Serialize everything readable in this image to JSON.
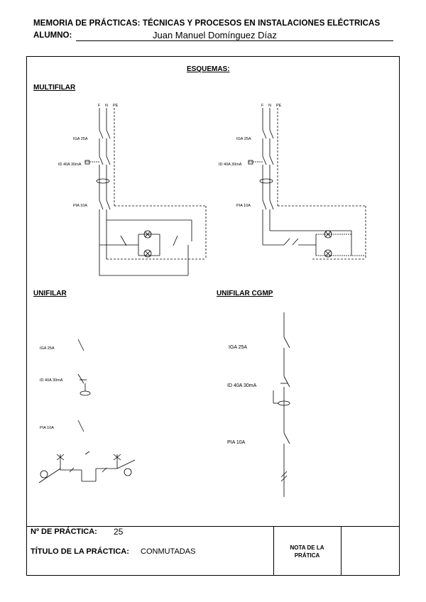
{
  "header": {
    "title": "MEMORIA DE PRÁCTICAS: TÉCNICAS Y PROCESOS EN INSTALACIONES ELÉCTRICAS",
    "alumno_label": "ALUMNO:",
    "alumno_name": "Juan Manuel Domínguez Díaz"
  },
  "sections": {
    "esquemas": "ESQUEMAS:",
    "multifilar": "MULTIFILAR",
    "unifilar": "UNIFILAR",
    "unifilar_cgmp": "UNIFILAR CGMP"
  },
  "labels": {
    "phase_l": "F",
    "phase_n": "N",
    "phase_pe": "PE",
    "iga": "IGA 25A",
    "id": "ID 40A 30mA",
    "pia": "PIA 10A"
  },
  "footer": {
    "practica_label": "Nº DE PRÁCTICA:",
    "practica_num": "25",
    "titulo_label": "TÍTULO DE LA PRÁCTICA:",
    "titulo_value": "CONMUTADAS",
    "nota_label": "NOTA DE LA PRÁTICA"
  }
}
